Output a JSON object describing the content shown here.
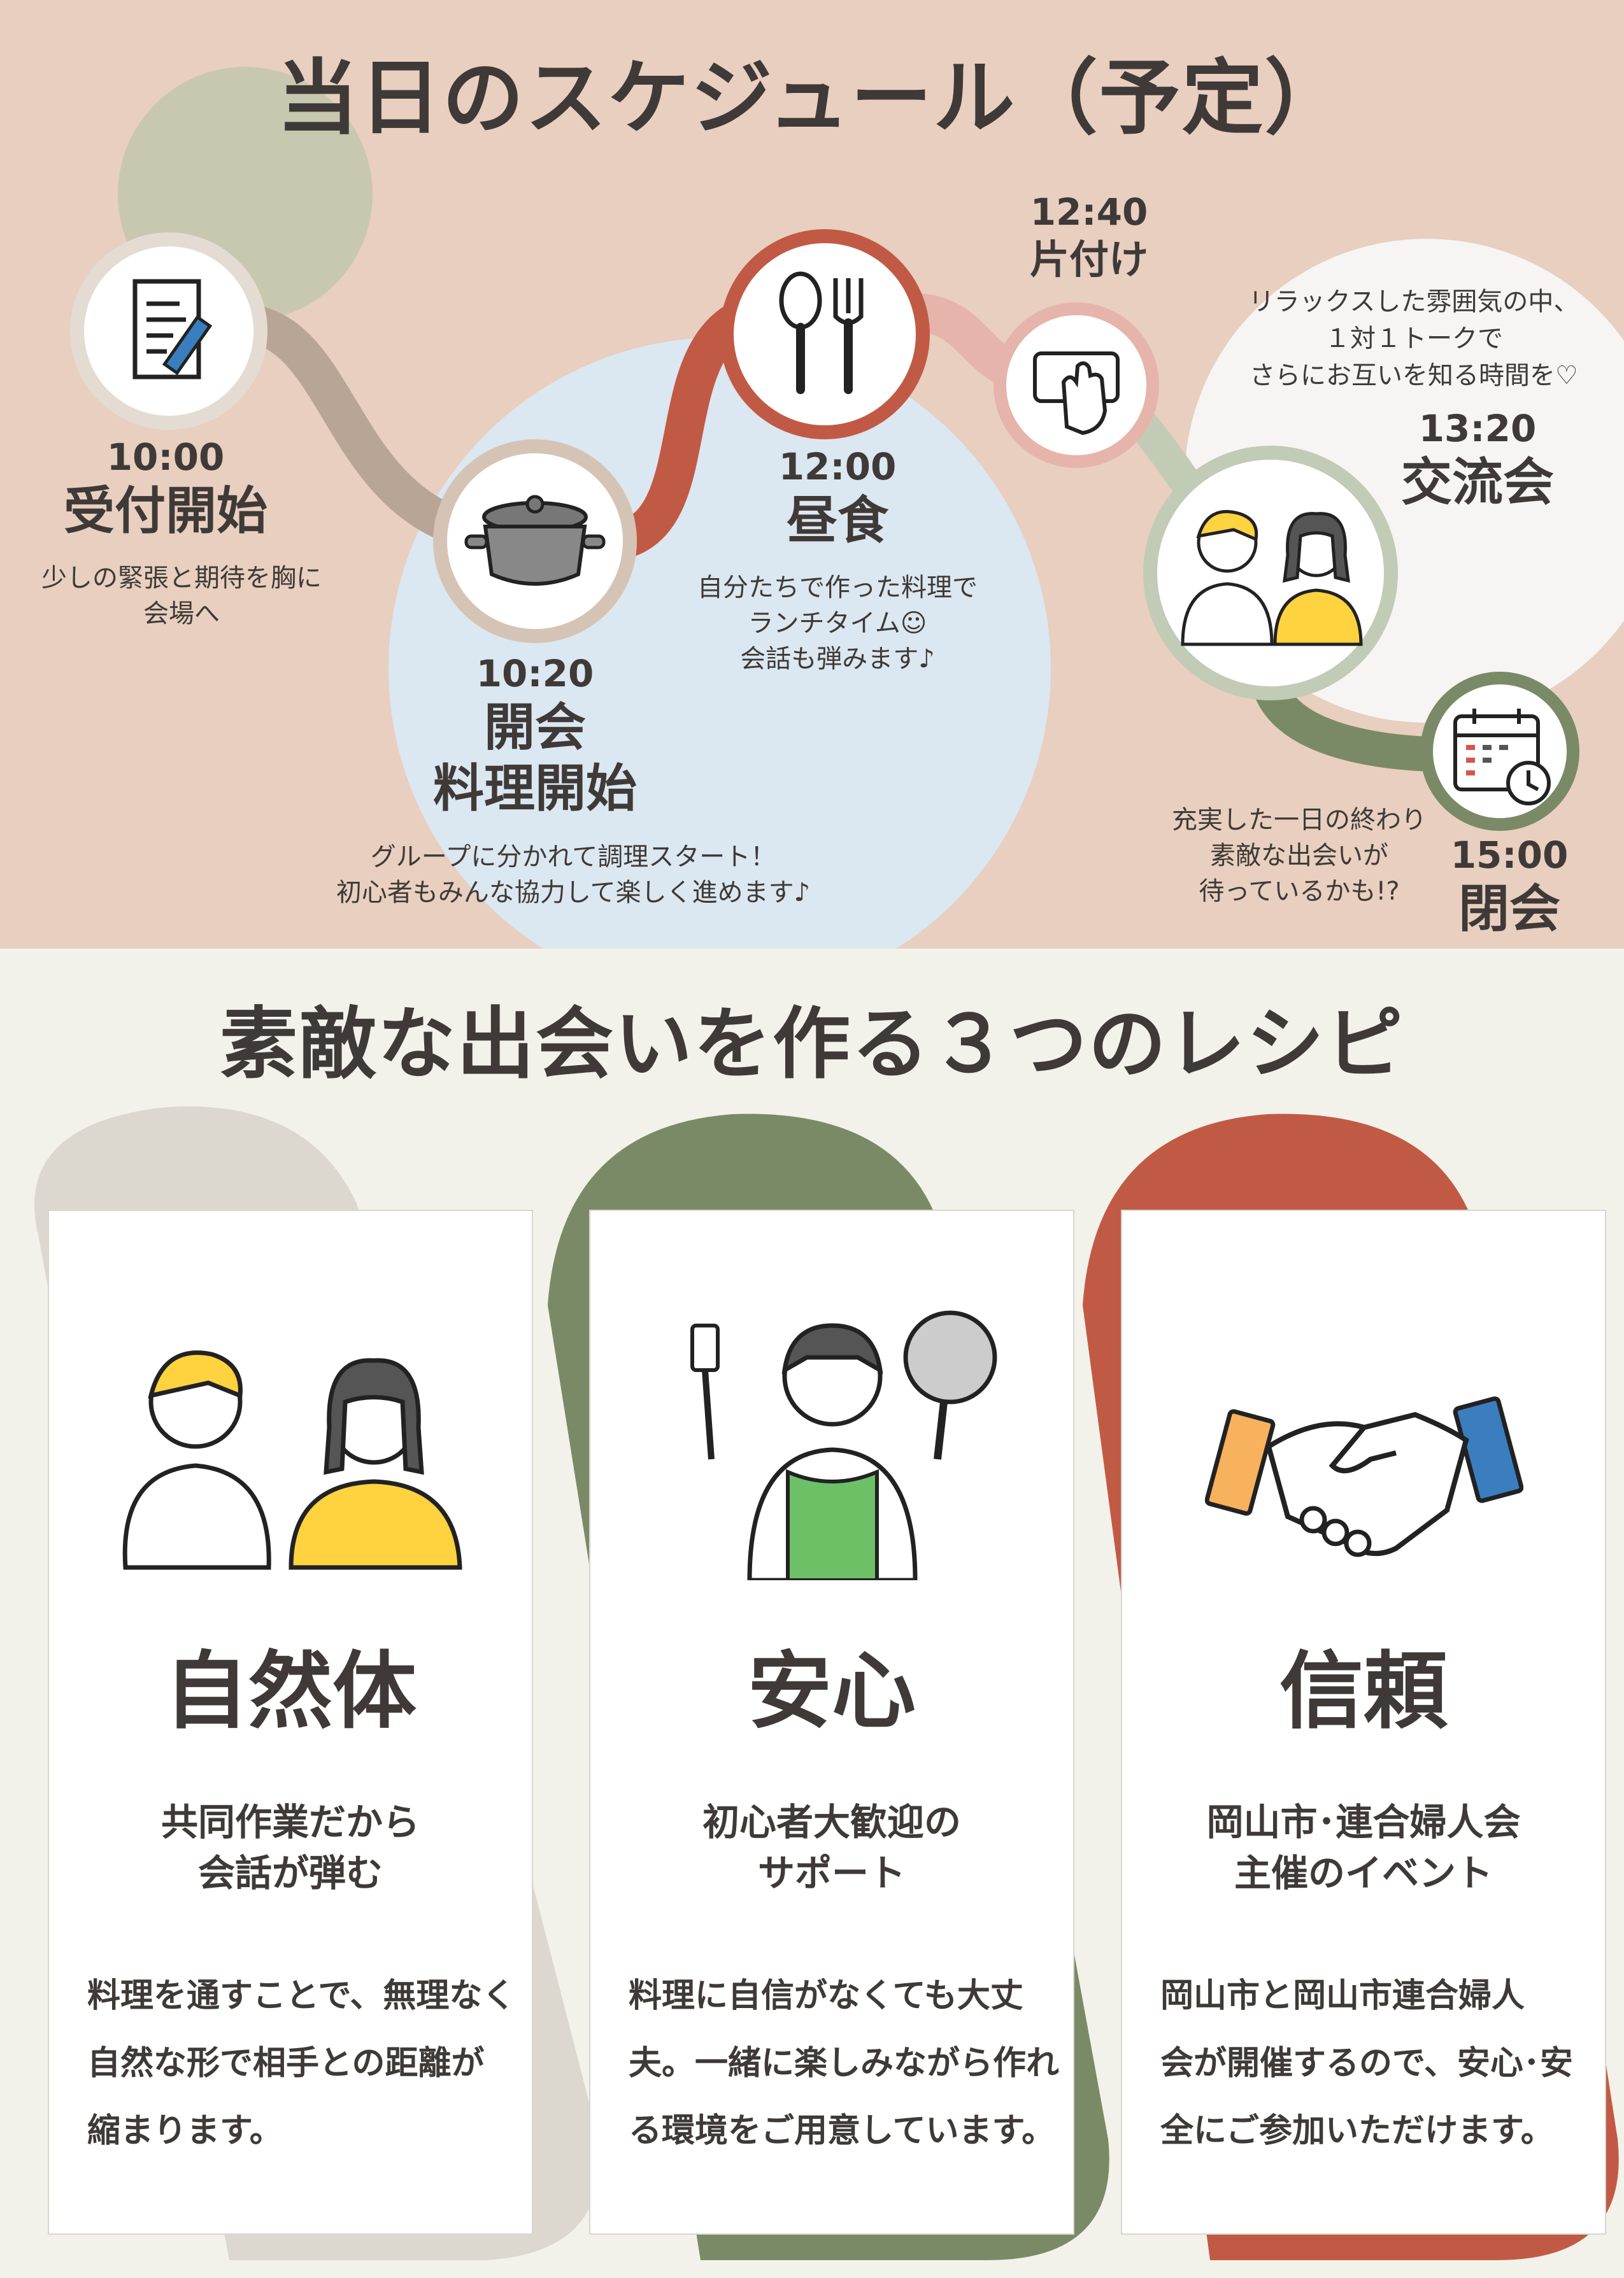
{
  "schedule": {
    "title": "当日のスケジュール（予定）",
    "items": [
      {
        "time": "10:00",
        "event": "受付開始",
        "desc": "少しの緊張と期待を胸に\n会場へ",
        "icon": "clipboard-pen-icon"
      },
      {
        "time": "10:20",
        "event": "開会\n料理開始",
        "desc": "グループに分かれて調理スタート！\n初心者もみんな協力して楽しく進めます♪",
        "icon": "cooking-pot-icon"
      },
      {
        "time": "12:00",
        "event": "昼食",
        "desc": "自分たちで作った料理で\nランチタイム☺\n会話も弾みます♪",
        "icon": "spoon-fork-icon"
      },
      {
        "time": "12:40",
        "event": "片付け",
        "desc": "",
        "icon": "wiping-hand-icon"
      },
      {
        "time": "13:20",
        "event": "交流会",
        "desc": "リラックスした雰囲気の中、\n１対１トークで\nさらにお互いを知る時間を♡",
        "icon": "couple-talking-icon"
      },
      {
        "time": "15:00",
        "event": "閉会",
        "desc": "充実した一日の終わり\n素敵な出会いが\n待っているかも!?",
        "icon": "calendar-clock-icon"
      }
    ]
  },
  "recipes": {
    "title": "素敵な出会いを作る３つのレシピ",
    "cards": [
      {
        "title": "自然体",
        "subtitle": "共同作業だから\n会話が弾む",
        "body": "料理を通すことで、無理なく\n自然な形で相手との距離が\n縮まります。",
        "icon": "couple-illustration-icon"
      },
      {
        "title": "安心",
        "subtitle": "初心者大歓迎の\nサポート",
        "body": "料理に自信がなくても大丈\n夫。一緒に楽しみながら作れ\nる環境をご用意しています。",
        "icon": "chef-with-pan-icon"
      },
      {
        "title": "信頼",
        "subtitle": "岡山市･連合婦人会\n主催のイベント",
        "body": "岡山市と岡山市連合婦人\n会が開催するので、安心･安\n全にご参加いただけます。",
        "icon": "handshake-icon"
      }
    ]
  },
  "colors": {
    "top_bg": "#e8cfbf",
    "bottom_bg": "#f2f1ea",
    "accent_red": "#c15a45",
    "accent_green": "#7a8a66",
    "accent_taupe": "#b8a89a",
    "blue_circle": "#dbe7f1"
  }
}
